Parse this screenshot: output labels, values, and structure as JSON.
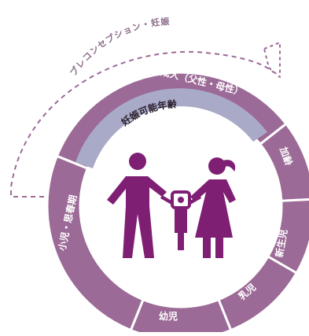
{
  "colors": {
    "segment": "#9c6a97",
    "segment_gap": "#ffffff",
    "band": "#a9a9c8",
    "family": "#7e1f74",
    "dashed_arrow": "#9c6a97",
    "arc_label": "#8a6a8a",
    "segment_label": "#ffffff",
    "band_label": "#2a1f2a"
  },
  "outer_arrow_label": "プレコンセプション・妊娠",
  "reproductive_band_label": "妊娠可能年齢",
  "segments": {
    "adult": "成人（父性・母性）",
    "aging": "加齢",
    "newborn": "新生児",
    "infant": "乳児",
    "toddler": "幼児",
    "child_puberty": "小児・思春期"
  },
  "icons": {
    "family": "family-icon"
  }
}
